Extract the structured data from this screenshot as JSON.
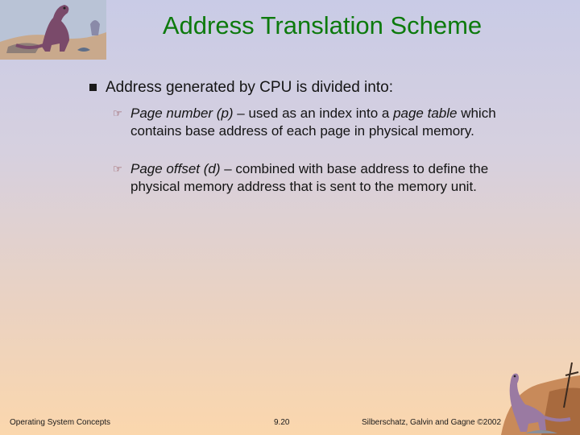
{
  "slide": {
    "title": "Address Translation Scheme",
    "bullet_marker": "n",
    "bullet": "Address generated by CPU is divided into:",
    "sub_marker": "F",
    "sub1": {
      "term": "Page number (p)",
      "sep": " – used as an index into a ",
      "term2": "page table",
      "rest1": " which",
      "line2": "contains base address of each page in physical memory."
    },
    "sub2": {
      "term": "Page offset (d)",
      "rest1": " – combined with base address to define the",
      "line2": "physical memory address that is sent to the memory unit."
    }
  },
  "footer": {
    "left": "Operating System Concepts",
    "center": "9.20",
    "right": "Silberschatz, Galvin and  Gagne ©2002"
  }
}
